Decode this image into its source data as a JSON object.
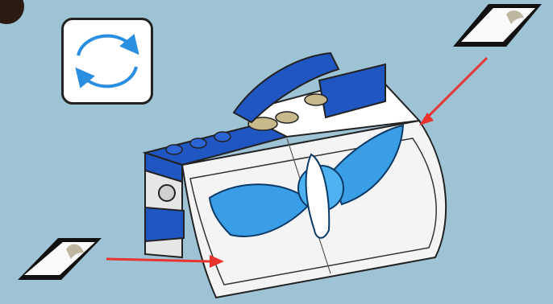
{
  "instruction": {
    "type": "building-step",
    "rotate_indicator": {
      "icon": "rotate-icon",
      "color": "#2a8fe0"
    },
    "sticker_arrows": [
      {
        "name": "sticker-top-right",
        "target": "right-curved-panel",
        "arrow_color": "#e8332f"
      },
      {
        "name": "sticker-bottom-left",
        "target": "front-curved-panel",
        "arrow_color": "#e8332f"
      }
    ],
    "model": {
      "colors": {
        "blue": "#1f56c2",
        "white": "#f4f4f4",
        "tan": "#c8b98a",
        "emblem_blue": "#3a9ee6"
      }
    }
  }
}
